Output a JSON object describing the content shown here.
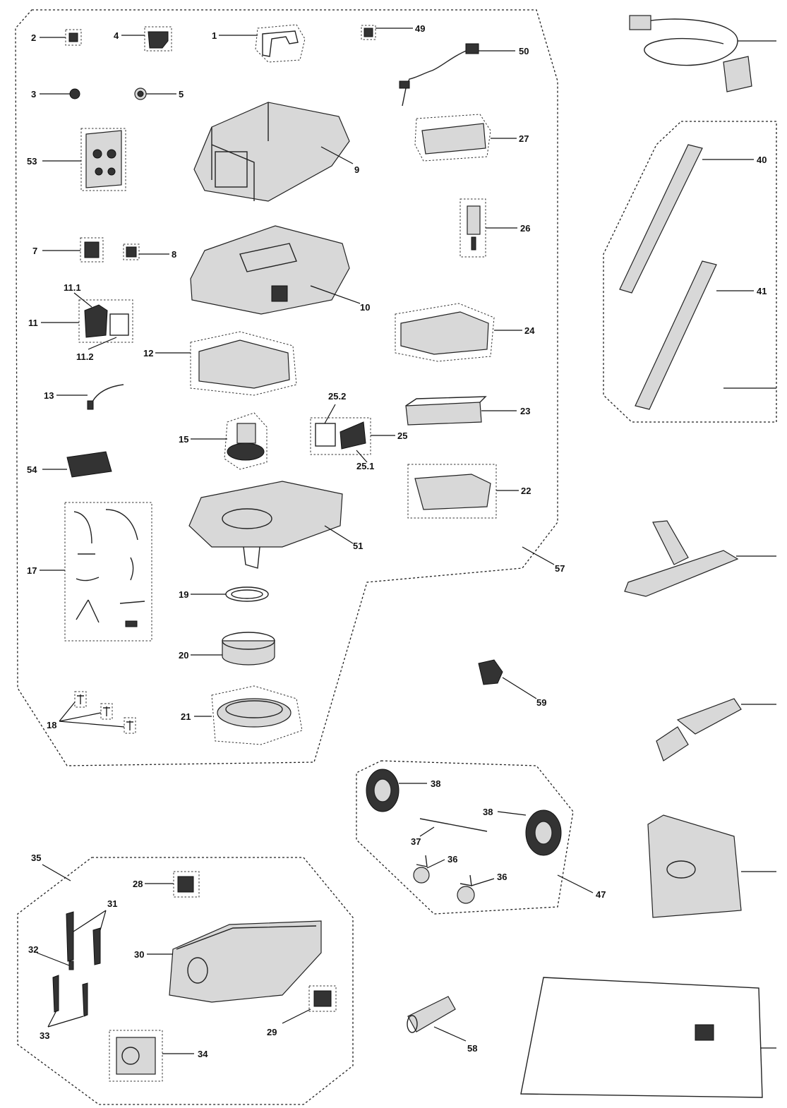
{
  "labels": {
    "p1": "1",
    "p2": "2",
    "p3": "3",
    "p4": "4",
    "p5": "5",
    "p7": "7",
    "p8": "8",
    "p9": "9",
    "p10": "10",
    "p11": "11",
    "p11_1": "11.1",
    "p11_2": "11.2",
    "p12": "12",
    "p13": "13",
    "p15": "15",
    "p17": "17",
    "p18": "18",
    "p19": "19",
    "p20": "20",
    "p21": "21",
    "p22": "22",
    "p23": "23",
    "p24": "24",
    "p25": "25",
    "p25_1": "25.1",
    "p25_2": "25.2",
    "p26": "26",
    "p27": "27",
    "p28": "28",
    "p29": "29",
    "p30": "30",
    "p31": "31",
    "p32": "32",
    "p33": "33",
    "p34": "34",
    "p35": "35",
    "p36a": "36",
    "p36b": "36",
    "p37": "37",
    "p38a": "38",
    "p38b": "38",
    "p40": "40",
    "p41": "41",
    "p47": "47",
    "p49": "49",
    "p50": "50",
    "p51": "51",
    "p53": "53",
    "p54": "54",
    "p57": "57",
    "p58": "58",
    "p59": "59"
  }
}
